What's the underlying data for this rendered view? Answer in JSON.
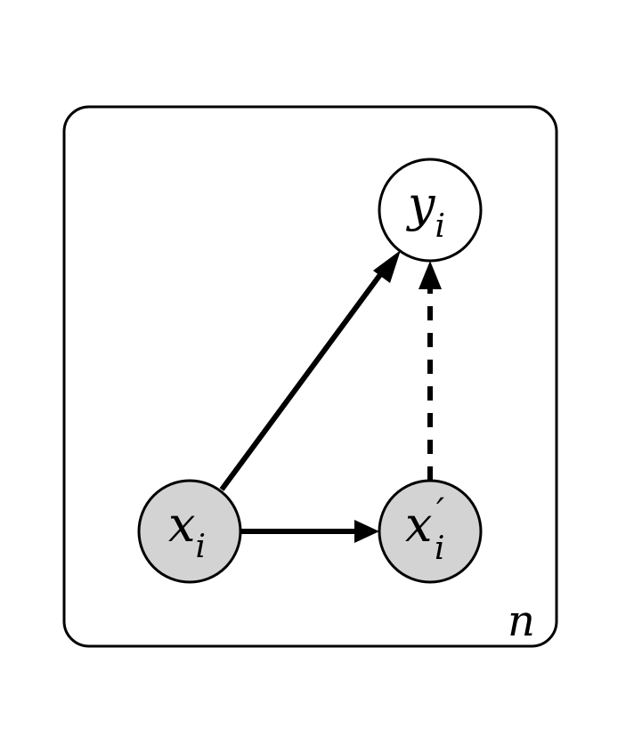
{
  "diagram": {
    "plate_label": "n",
    "nodes": {
      "x": {
        "base": "x",
        "sub": "i",
        "observed": true
      },
      "x_prime": {
        "base": "x",
        "sup": "′",
        "sub": "i",
        "observed": true
      },
      "y": {
        "base": "y",
        "sub": "i",
        "observed": false
      }
    },
    "edges": [
      {
        "from": "x",
        "to": "y",
        "style": "solid"
      },
      {
        "from": "x",
        "to": "x_prime",
        "style": "solid"
      },
      {
        "from": "x_prime",
        "to": "y",
        "style": "dashed"
      }
    ],
    "colors": {
      "observed_fill": "#d3d3d3",
      "latent_fill": "#ffffff",
      "stroke": "#000000"
    }
  }
}
